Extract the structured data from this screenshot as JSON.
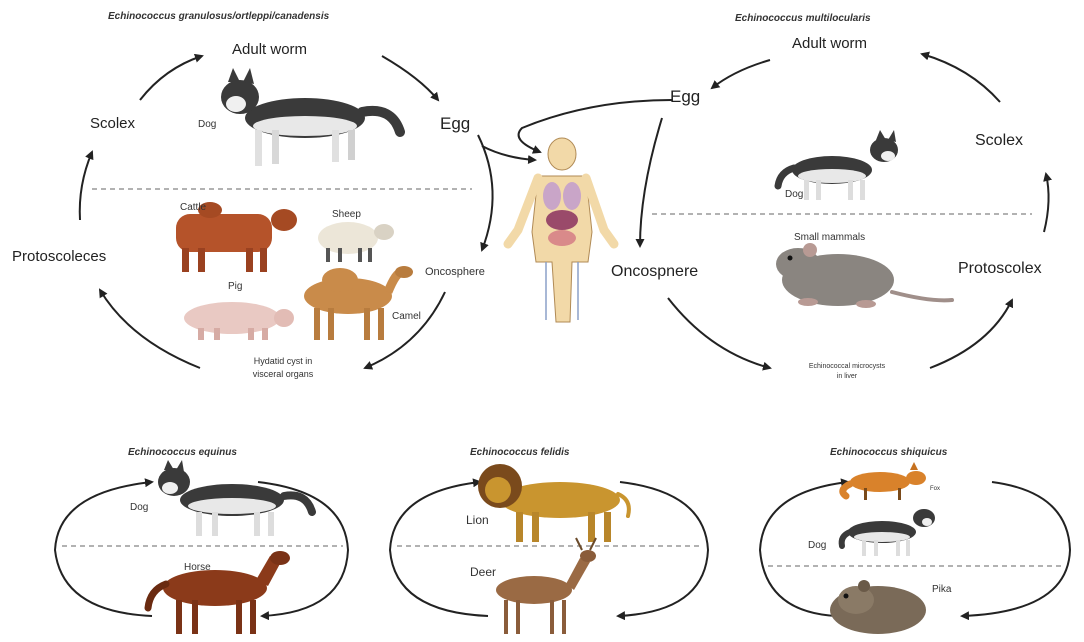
{
  "top_left": {
    "title": "Echinococcus granulosus/ortleppi/canadensis",
    "adult_worm": "Adult worm",
    "egg": "Egg",
    "scolex": "Scolex",
    "protoscoleces": "Protoscoleces",
    "oncosphere": "Oncosphere",
    "dog": "Dog",
    "cattle": "Cattle",
    "sheep": "Sheep",
    "pig": "Pig",
    "camel": "Camel",
    "cyst_line1": "Hydatid cyst in",
    "cyst_line2": "visceral organs"
  },
  "top_right": {
    "title": "Echinococcus multilocularis",
    "adult_worm": "Adult worm",
    "egg": "Egg",
    "scolex": "Scolex",
    "protoscolex": "Protoscolex",
    "oncosphere": "Oncospnere",
    "dog": "Dog",
    "small_mammals": "Small mammals",
    "cyst_line1": "Echinococcal microcysts",
    "cyst_line2": "in liver"
  },
  "bottom": [
    {
      "title": "Echinococcus equinus",
      "upper": "Dog",
      "lower": "Horse"
    },
    {
      "title": "Echinococcus felidis",
      "upper": "Lion",
      "lower": "Deer"
    },
    {
      "title": "Echinococcus shiquicus",
      "upper_small": "Fox",
      "upper": "Dog",
      "lower": "Pika"
    }
  ],
  "colors": {
    "arrow": "#222222",
    "dashed_divider": "#999999",
    "dog_fur": "#3a3a3a",
    "cattle": "#b5532a",
    "camel": "#c98b4a",
    "horse": "#8b3a1a",
    "lion": "#c9952f",
    "deer": "#9a6a44",
    "fox": "#d9822b",
    "pika": "#7a6a58",
    "human_skin": "#f2d9a8"
  },
  "icons": [
    "dog-icon",
    "cattle-icon",
    "sheep-icon",
    "pig-icon",
    "camel-icon",
    "human-body-icon",
    "rodent-icon",
    "horse-icon",
    "lion-icon",
    "deer-icon",
    "fox-icon",
    "pika-icon"
  ]
}
